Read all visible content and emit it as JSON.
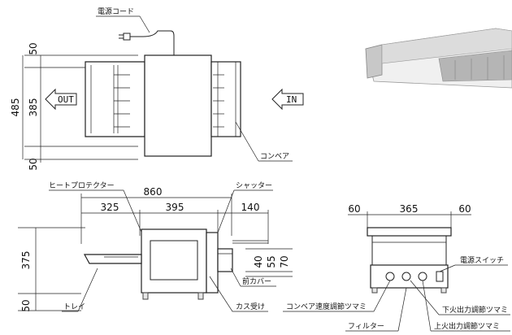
{
  "labels": {
    "power_cord": "電源コード",
    "conveyor": "コンベア",
    "heat_protector": "ヒートプロテクター",
    "shutter": "シャッター",
    "front_cover": "前カバー",
    "tray": "トレイ",
    "crumb_tray": "カス受け",
    "power_switch": "電源スイッチ",
    "conveyor_speed_knob": "コンベア速度調節ツマミ",
    "lower_heat_knob": "下火出力調節ツマミ",
    "filter": "フィルター",
    "upper_heat_knob": "上火出力調節ツマミ"
  },
  "arrows": {
    "out": "OUT",
    "in": "IN"
  },
  "dimensions": {
    "top_view": {
      "total_depth": "485",
      "inner_depth": "385",
      "top_margin": "50",
      "bottom_margin": "50"
    },
    "side_view": {
      "total_width": "860",
      "left_width": "325",
      "mid_width": "395",
      "right_ext": "140",
      "height": "375",
      "foot": "50",
      "d40": "40",
      "d55": "55",
      "d70": "70"
    },
    "front_view": {
      "left": "60",
      "center": "365",
      "right": "60"
    }
  }
}
